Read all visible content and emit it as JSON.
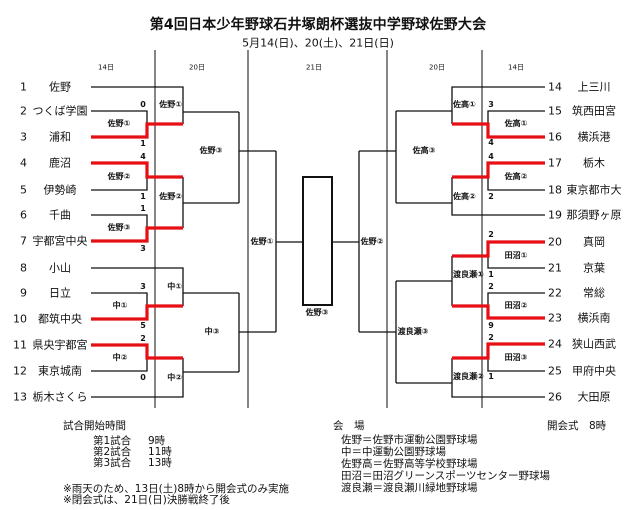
{
  "header": {
    "title": "第4回日本少年野球石井塚朗杯選抜中学野球佐野大会",
    "dates": "5月14(日)、20(土)、21日(日)"
  },
  "columns": [
    "14日",
    "20日",
    "21日",
    "20日",
    "14日"
  ],
  "teams_left": [
    {
      "no": "1",
      "name": "佐野"
    },
    {
      "no": "2",
      "name": "つくば学園"
    },
    {
      "no": "3",
      "name": "浦和"
    },
    {
      "no": "4",
      "name": "鹿沼"
    },
    {
      "no": "5",
      "name": "伊勢崎"
    },
    {
      "no": "6",
      "name": "千曲"
    },
    {
      "no": "7",
      "name": "宇都宮中央"
    },
    {
      "no": "8",
      "name": "小山"
    },
    {
      "no": "9",
      "name": "日立"
    },
    {
      "no": "10",
      "name": "都筑中央"
    },
    {
      "no": "11",
      "name": "県央宇都宮"
    },
    {
      "no": "12",
      "name": "東京城南"
    },
    {
      "no": "13",
      "name": "栃木さくら"
    }
  ],
  "teams_right": [
    {
      "no": "14",
      "name": "上三川"
    },
    {
      "no": "15",
      "name": "筑西田宮"
    },
    {
      "no": "16",
      "name": "横浜港"
    },
    {
      "no": "17",
      "name": "栃木"
    },
    {
      "no": "18",
      "name": "東京都市大"
    },
    {
      "no": "19",
      "name": "那須野ヶ原"
    },
    {
      "no": "20",
      "name": "真岡"
    },
    {
      "no": "21",
      "name": "京葉"
    },
    {
      "no": "22",
      "name": "常総"
    },
    {
      "no": "23",
      "name": "横浜南"
    },
    {
      "no": "24",
      "name": "狭山西武"
    },
    {
      "no": "25",
      "name": "甲府中央"
    },
    {
      "no": "26",
      "name": "大田原"
    }
  ],
  "round1_left": [
    {
      "label": "佐野①",
      "score_top": "0",
      "score_bottom": "1",
      "winner": "浦和"
    },
    {
      "label": "佐野②",
      "score_top": "4",
      "score_bottom": "1",
      "winner": "鹿沼"
    },
    {
      "label": "佐野③",
      "score_top": "1",
      "score_bottom": "3",
      "winner": "宇都宮中央"
    },
    {
      "label": "中①",
      "score_top": "3",
      "score_bottom": "5",
      "winner": "都筑中央"
    },
    {
      "label": "中②",
      "score_top": "2",
      "score_bottom": "0",
      "winner": "県央宇都宮"
    }
  ],
  "round1_right": [
    {
      "label": "佐高①",
      "score_top": "3",
      "score_bottom": "4",
      "winner": "横浜港"
    },
    {
      "label": "佐高②",
      "score_top": "4",
      "score_bottom": "2",
      "winner": "栃木"
    },
    {
      "label": "田沼①",
      "score_top": "2",
      "score_bottom": "1",
      "winner": "真岡"
    },
    {
      "label": "田沼②",
      "score_top": "2",
      "score_bottom": "9",
      "winner": "横浜南"
    },
    {
      "label": "田沼③",
      "score_top": "2",
      "score_bottom": "1",
      "winner": "狭山西武"
    }
  ],
  "round2_left": [
    {
      "label": "佐野①"
    },
    {
      "label": "佐野②"
    },
    {
      "label": "中①"
    },
    {
      "label": "中②"
    }
  ],
  "round2_right": [
    {
      "label": "佐高①"
    },
    {
      "label": "佐高②"
    },
    {
      "label": "渡良瀬①"
    },
    {
      "label": "渡良瀬②"
    }
  ],
  "round3_left": [
    {
      "label": "佐野③"
    },
    {
      "label": "中③"
    }
  ],
  "round3_right": [
    {
      "label": "佐高③"
    },
    {
      "label": "渡良瀬③"
    }
  ],
  "semifinal_left": {
    "label": "佐野①"
  },
  "semifinal_right": {
    "label": "佐野②"
  },
  "final": {
    "label": "佐野③"
  },
  "footer": {
    "schedule_title": "試合開始時間",
    "schedule": [
      {
        "game": "第1試合",
        "time": "9時"
      },
      {
        "game": "第2試合",
        "time": "11時"
      },
      {
        "game": "第3試合",
        "time": "13時"
      }
    ],
    "notes": [
      "※雨天のため、13日(土)8時から開会式のみ実施",
      "※閉会式は、21日(日)決勝戦終了後"
    ],
    "venue_title": "会　場",
    "venues": [
      "佐野＝佐野市運動公園野球場",
      "中＝中運動公園野球場",
      "佐野高＝佐野高等学校野球場",
      "田沼＝田沼グリーンスポーツセンター野球場",
      "渡良瀬＝渡良瀬川緑地野球場"
    ],
    "opening": "開会式　8時"
  },
  "colors": {
    "winner_line": "#e60f14",
    "line": "#111111",
    "separator": "#444444"
  }
}
